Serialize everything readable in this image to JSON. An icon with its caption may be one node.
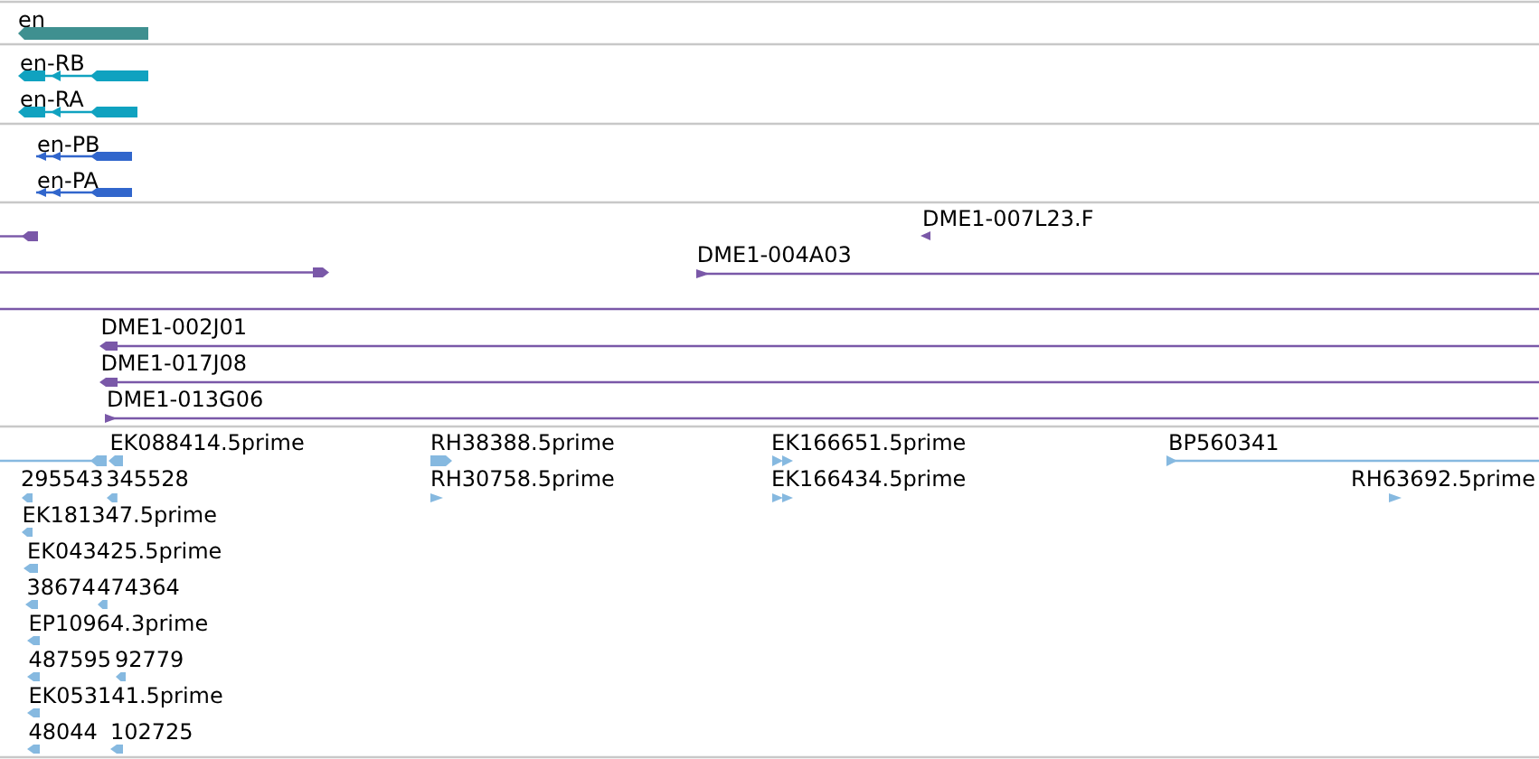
{
  "diagram": {
    "nodes": [
      {
        "text": [
          "en"
        ]
      },
      {
        "text": [
          "en-RB"
        ]
      },
      {
        "text": [
          "en-RA"
        ]
      },
      {
        "text": [
          "en-PB"
        ]
      },
      {
        "text": [
          "en-PA"
        ]
      },
      {
        "text": [],
        "shape": "bar"
      },
      {
        "text": [
          "DME1-007L23.F"
        ]
      },
      {
        "text": [],
        "shape": "bar"
      },
      {
        "text": [
          "DME1-004A03"
        ]
      },
      {
        "text": [],
        "shape": "line"
      },
      {
        "text": [
          "DME1-002J01"
        ]
      },
      {
        "text": [
          "DME1-017J08"
        ]
      },
      {
        "text": [
          "DME1-013G06"
        ]
      },
      {
        "text": [
          "EK088414.5prime"
        ]
      },
      {
        "text": [
          "RH38388.5prime"
        ]
      },
      {
        "text": [
          "EK166651.5prime"
        ]
      },
      {
        "text": [
          "BP560341"
        ]
      },
      {
        "text": [
          "295543"
        ]
      },
      {
        "text": [
          "345528"
        ]
      },
      {
        "text": [
          "RH30758.5prime"
        ]
      },
      {
        "text": [
          "EK166434.5prime"
        ]
      },
      {
        "text": [
          "RH63692.5prime"
        ]
      },
      {
        "text": [
          "EK181347.5prime"
        ]
      },
      {
        "text": [
          "EK043425.5prime"
        ]
      },
      {
        "text": [
          "38674"
        ]
      },
      {
        "text": [
          "474364"
        ]
      },
      {
        "text": [
          "EP10964.3prime"
        ]
      },
      {
        "text": [
          "487595"
        ]
      },
      {
        "text": [
          "92779"
        ]
      },
      {
        "text": [
          "EK053141.5prime"
        ]
      },
      {
        "text": [
          "48044"
        ]
      },
      {
        "text": [
          "102725"
        ]
      }
    ]
  }
}
